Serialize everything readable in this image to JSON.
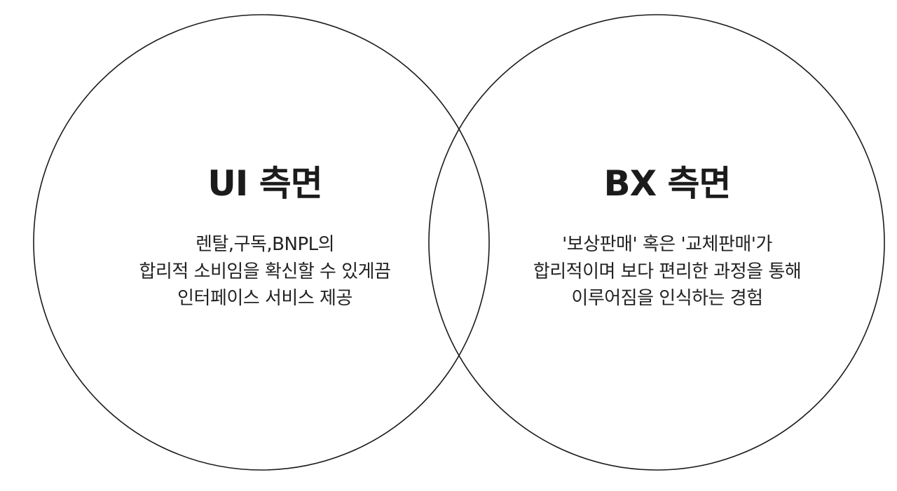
{
  "diagram": {
    "left": {
      "title": "UI 측면",
      "lines": [
        "렌탈,구독,BNPL의",
        "합리적 소비임을 확신할 수 있게끔",
        "인터페이스 서비스 제공"
      ]
    },
    "right": {
      "title": "BX 측면",
      "lines": [
        "'보상판매' 혹은 '교체판매'가",
        "합리적이며 보다 편리한 과정을 통해",
        "이루어짐을 인식하는 경험"
      ]
    },
    "colors": {
      "stroke": "#1a1a1a",
      "text": "#1e1e1e",
      "background": "#ffffff"
    }
  }
}
